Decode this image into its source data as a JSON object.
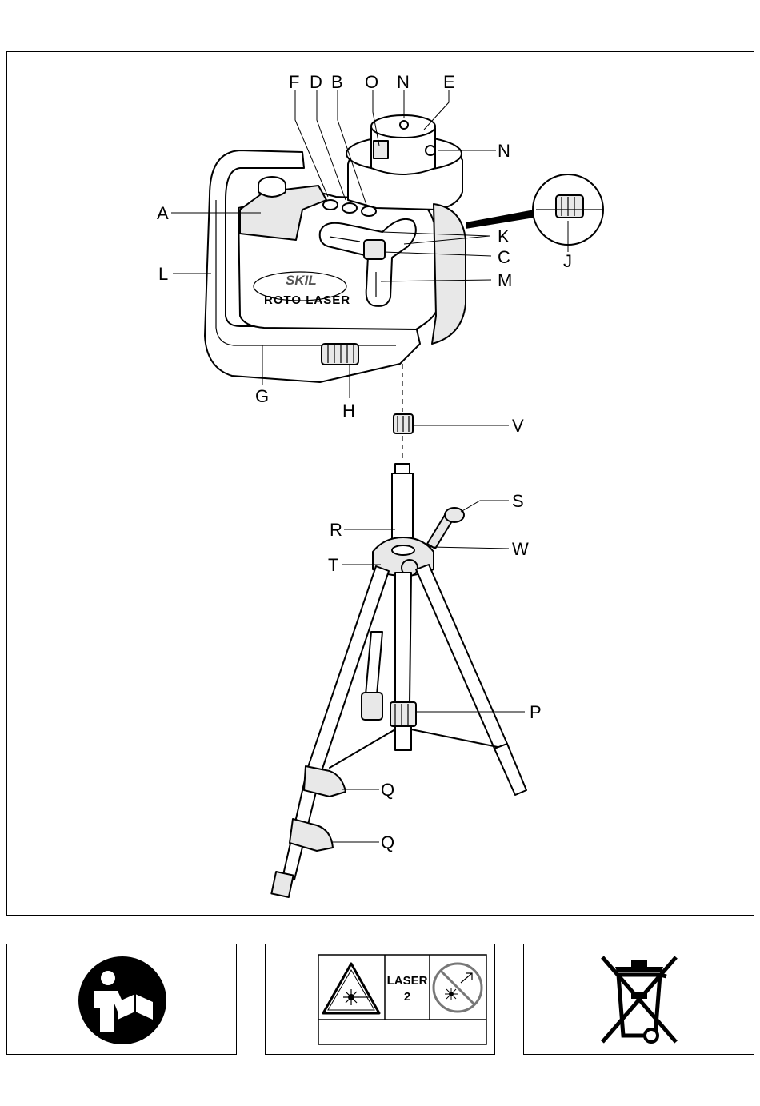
{
  "figure": {
    "brand": "SKIL",
    "model": "ROTO LASER",
    "labels": {
      "F": "F",
      "D": "D",
      "B": "B",
      "O": "O",
      "N_top": "N",
      "E": "E",
      "N_side": "N",
      "A": "A",
      "K": "K",
      "C": "C",
      "M": "M",
      "J": "J",
      "L": "L",
      "G": "G",
      "H": "H",
      "V": "V",
      "S": "S",
      "R": "R",
      "W": "W",
      "T": "T",
      "P": "P",
      "Q_upper": "Q",
      "Q_lower": "Q"
    }
  },
  "warning_label": {
    "class_line1": "LASER",
    "class_line2": "2"
  },
  "icons": {
    "manual": "read-manual-icon",
    "laser_hazard": "laser-warning-triangle-icon",
    "no_staring": "do-not-stare-into-beam-icon",
    "weee": "crossed-out-wheelie-bin-icon"
  }
}
